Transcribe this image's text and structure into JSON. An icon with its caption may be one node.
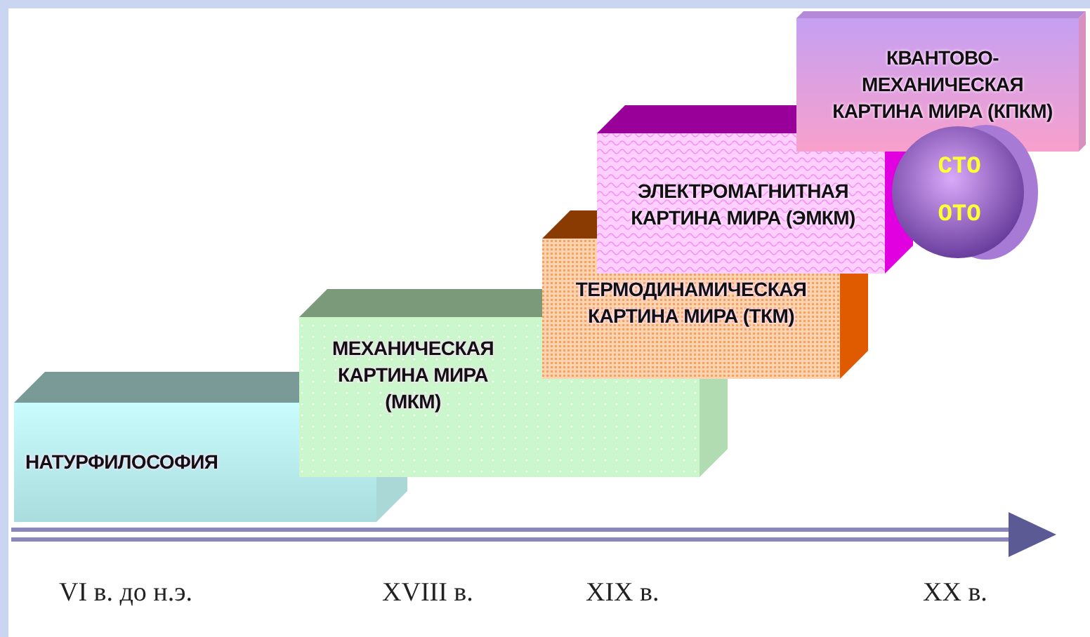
{
  "diagram": {
    "nodes": [
      {
        "text": [
          "НАТУРФИЛОСОФИЯ"
        ]
      },
      {
        "text": [
          "МЕХАНИЧЕСКАЯ КАРТИНА МИРА (МКМ)"
        ]
      },
      {
        "text": [
          "ТЕРМОДИНАМИЧЕСКАЯ КАРТИНА МИРА (ТКМ)"
        ]
      },
      {
        "text": [
          "ЭЛЕКТРОМАГНИТНАЯ КАРТИНА МИРА (ЭМКМ)"
        ]
      },
      {
        "text": [
          "КВАНТОВО-МЕХАНИЧЕСКАЯ КАРТИНА МИРА (КПКМ)"
        ]
      },
      {
        "text": [
          "СТО",
          "ОТО"
        ]
      }
    ],
    "labels": [
      "VI в. до н.э.",
      "XVIII в.",
      "XIX в.",
      "XX в."
    ]
  }
}
